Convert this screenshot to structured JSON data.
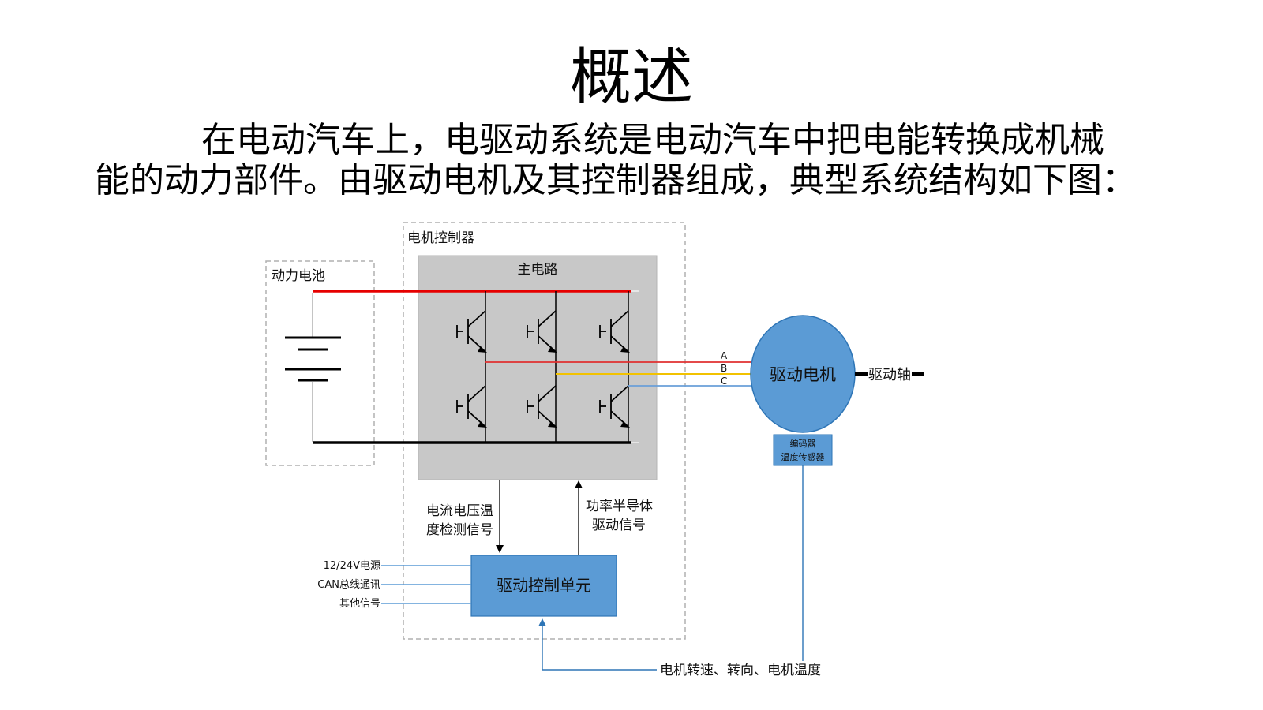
{
  "title": "概述",
  "intro": {
    "line1": "在电动汽车上，电驱动系统是电动汽车中把电能转换成机械",
    "line2": "能的动力部件。由驱动电机及其控制器组成，典型系统结构如下图："
  },
  "diagram": {
    "battery_label": "动力电池",
    "controller_label": "电机控制器",
    "main_circuit_label": "主电路",
    "phase_labels": [
      "A",
      "B",
      "C"
    ],
    "motor_label": "驱动电机",
    "shaft_label": "驱动轴",
    "sensor_label_line1": "编码器",
    "sensor_label_line2": "温度传感器",
    "feedback_label_line1": "电流电压温",
    "feedback_label_line2": "度检测信号",
    "drive_signal_label_line1": "功率半导体",
    "drive_signal_label_line2": "驱动信号",
    "control_unit_label": "驱动控制单元",
    "inputs": [
      "12/24V电源",
      "CAN总线通讯",
      "其他信号"
    ],
    "motor_feedback_label": "电机转速、转向、电机温度",
    "colors": {
      "positive_bus": "#e60000",
      "negative_bus": "#000000",
      "phase_a": "#e03030",
      "phase_b": "#f2c200",
      "phase_c": "#6a9fd8",
      "block_blue": "#5b9bd5",
      "main_circuit_fill": "#c8c8c8",
      "signal_line": "#5b9bd5"
    }
  }
}
